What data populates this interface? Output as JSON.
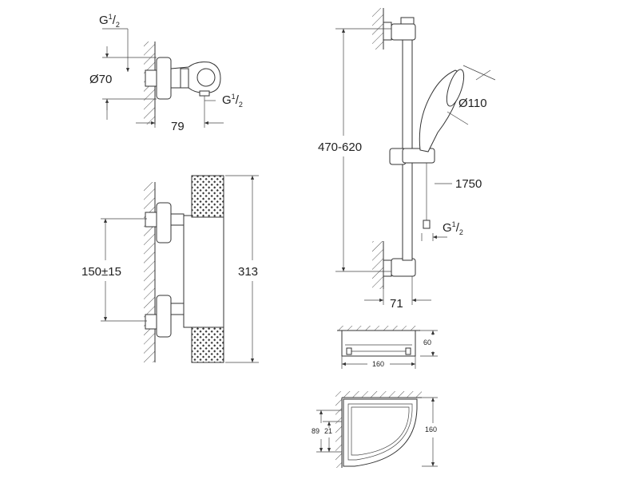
{
  "top_valve": {
    "thread_top": {
      "base": "G",
      "num": "1",
      "den": "2"
    },
    "diameter": "Ø70",
    "thread_bottom": {
      "base": "G",
      "num": "1",
      "den": "2"
    },
    "depth": "79"
  },
  "thermostat": {
    "center_distance": "150±15",
    "height": "313"
  },
  "rail": {
    "length": "470-620",
    "head_diameter": "Ø110",
    "hose_length": "1750",
    "thread": {
      "base": "G",
      "num": "1",
      "den": "2"
    },
    "projection": "71"
  },
  "shelf_front": {
    "height": "60",
    "width": "160"
  },
  "shelf_top": {
    "dim_outer": "89",
    "dim_inner": "21",
    "dim_depth": "160"
  }
}
